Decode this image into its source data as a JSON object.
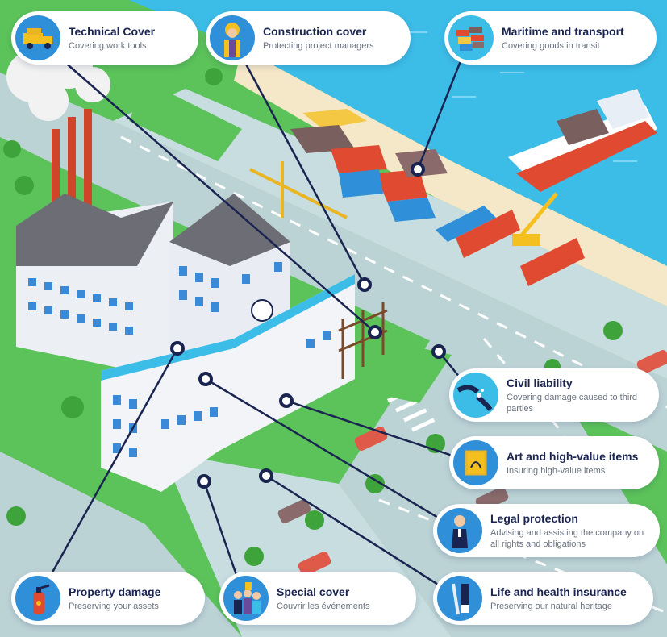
{
  "cards": {
    "technical": {
      "title": "Technical Cover",
      "subtitle": "Covering work tools",
      "icon": "truck-icon"
    },
    "construction": {
      "title": "Construction cover",
      "subtitle": "Protecting project managers",
      "icon": "worker-icon"
    },
    "maritime": {
      "title": "Maritime and transport",
      "subtitle": "Covering goods in transit",
      "icon": "containers-icon"
    },
    "civil": {
      "title": "Civil liability",
      "subtitle": "Covering damage caused to third parties",
      "icon": "broken-pipe-icon"
    },
    "art": {
      "title": "Art and high-value items",
      "subtitle": "Insuring high-value items",
      "icon": "painting-icon"
    },
    "legal": {
      "title": "Legal protection",
      "subtitle": "Advising and assisting the company on all rights and obligations",
      "icon": "lawyer-icon"
    },
    "property": {
      "title": "Property damage",
      "subtitle": "Preserving your assets",
      "icon": "fire-extinguisher-icon"
    },
    "special": {
      "title": "Special cover",
      "subtitle": "Couvrir les événements",
      "icon": "crowd-icon"
    },
    "life": {
      "title": "Life and health insurance",
      "subtitle": "Preserving our natural heritage",
      "icon": "crutch-icon"
    }
  },
  "colors": {
    "navy": "#1a2450",
    "water": "#3cbde8",
    "grass": "#5cc35a",
    "road": "#bcd3d6",
    "icon_bg": "#2f8fd8"
  }
}
